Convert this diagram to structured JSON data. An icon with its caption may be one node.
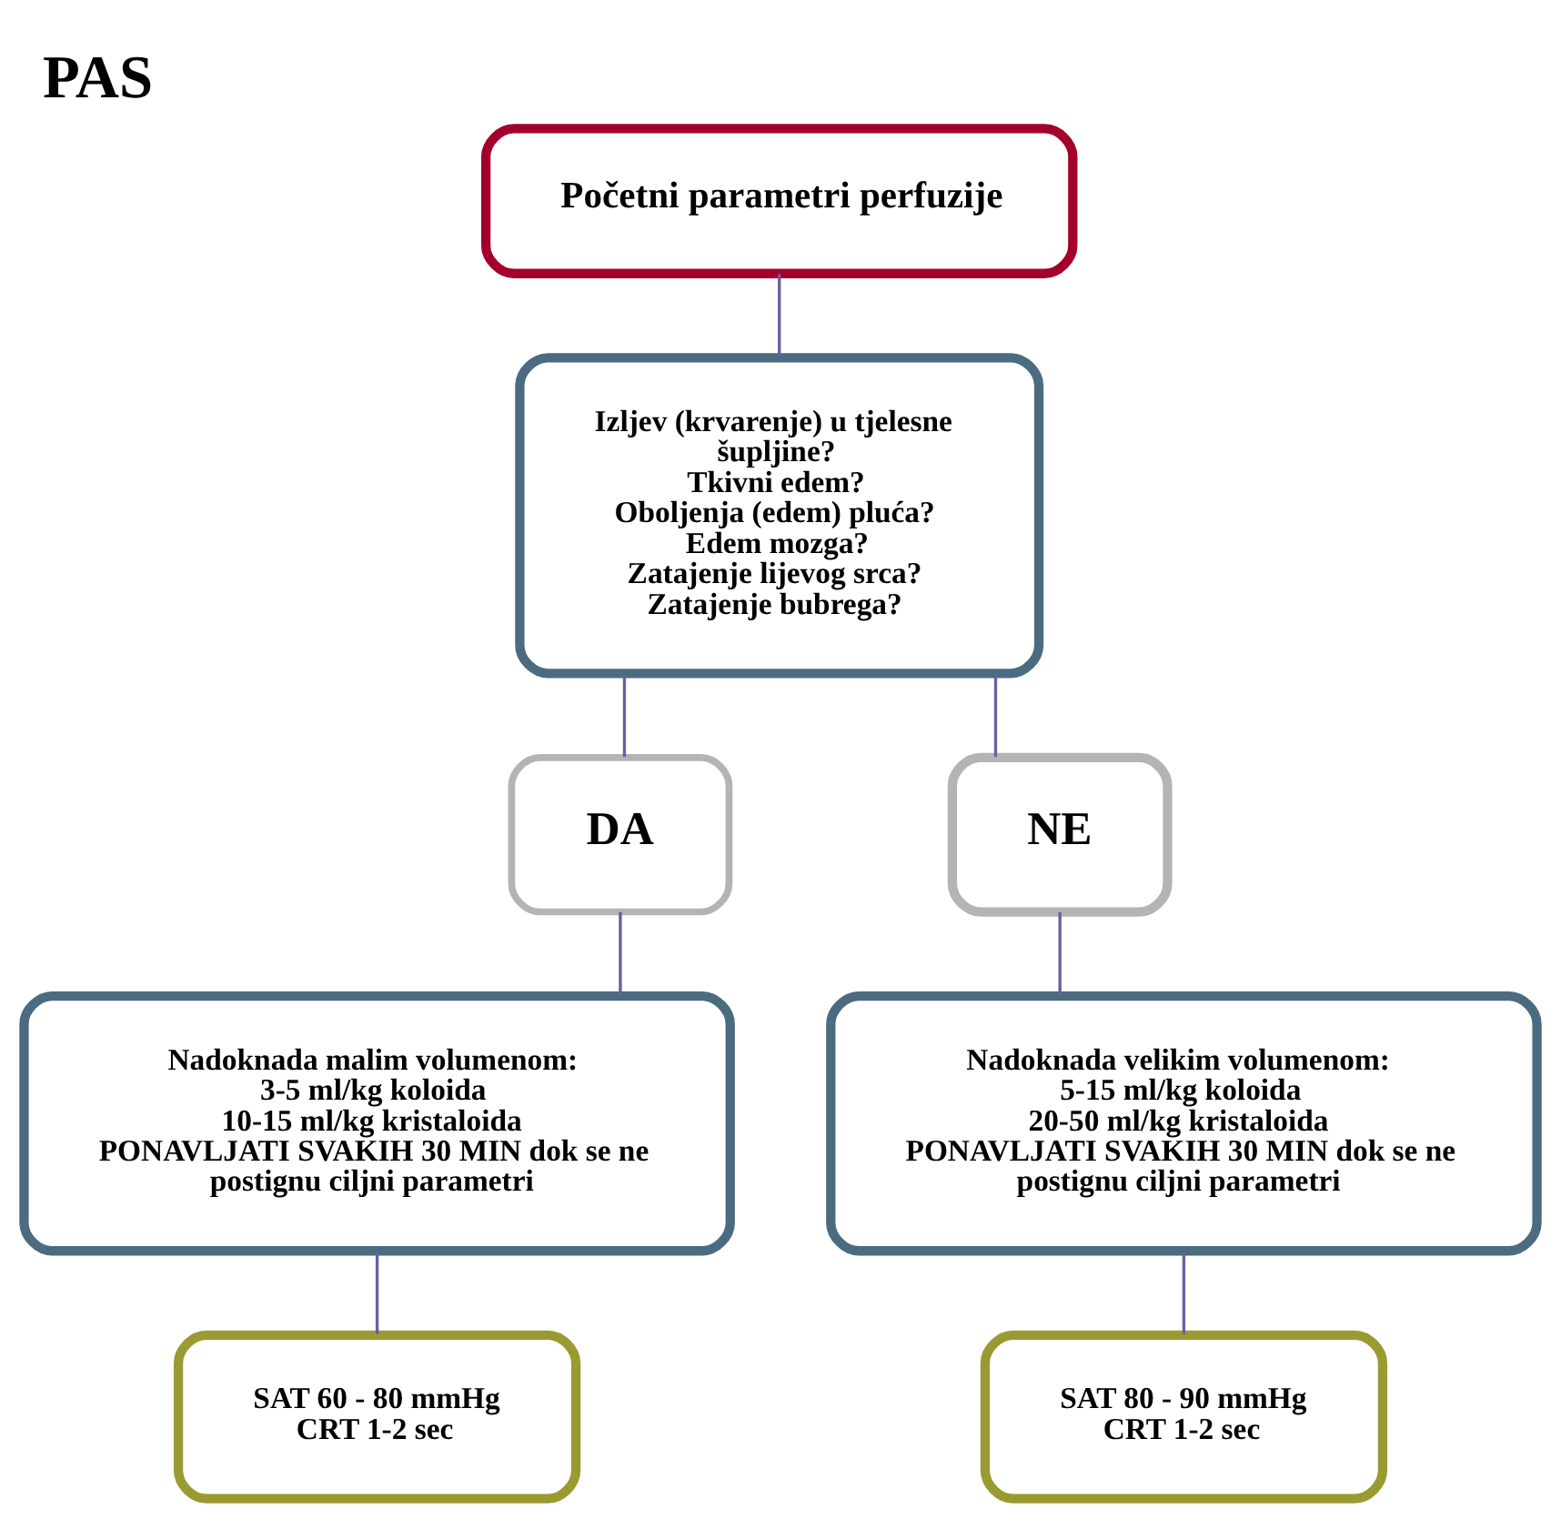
{
  "diagram": {
    "title": "PAS",
    "nodes": [
      {
        "text": [
          "Početni parametri perfuzije"
        ]
      },
      {
        "text": [
          "Izljev (krvarenje) u tjelesne šupljine?",
          "Tkivni edem?",
          "Oboljenja (edem) pluća?",
          "Edem mozga?",
          "Zatajenje lijevog srca?",
          "Zatajenje bubrega?"
        ]
      },
      {
        "text": [
          "DA"
        ]
      },
      {
        "text": [
          "NE"
        ]
      },
      {
        "text": [
          "Nadoknada malim volumenom:",
          "3-5 ml/kg koloida",
          "10-15 ml/kg kristaloida",
          "PONAVLJATI SVAKIH 30 MIN dok se ne postignu ciljni parametri"
        ]
      },
      {
        "text": [
          "Nadoknada velikim volumenom:",
          "5-15 ml/kg koloida",
          "20-50 ml/kg kristaloida",
          "PONAVLJATI SVAKIH 30 MIN dok se ne postignu ciljni parametri"
        ]
      },
      {
        "text": [
          "SAT 60 - 80 mmHg",
          "CRT 1-2 sec"
        ]
      },
      {
        "text": [
          "SAT 80 - 90 mmHg",
          "CRT 1-2 sec"
        ]
      }
    ],
    "edges": [
      {
        "from": 0,
        "to": 1,
        "arrow": "none"
      },
      {
        "from": 1,
        "to": 2,
        "arrow": "none"
      },
      {
        "from": 1,
        "to": 3,
        "arrow": "none"
      },
      {
        "from": 2,
        "to": 4,
        "arrow": "none"
      },
      {
        "from": 3,
        "to": 5,
        "arrow": "none"
      },
      {
        "from": 4,
        "to": 6,
        "arrow": "none"
      },
      {
        "from": 5,
        "to": 7,
        "arrow": "none"
      }
    ]
  }
}
